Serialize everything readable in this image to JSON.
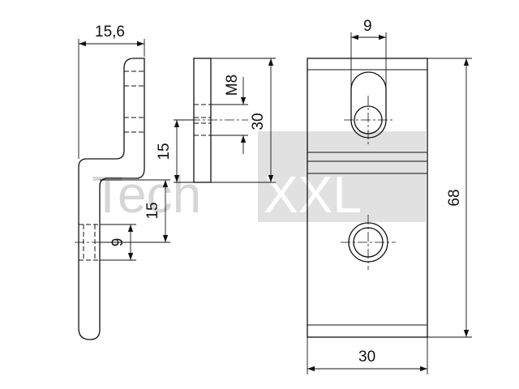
{
  "watermark": {
    "part1": "Tech",
    "part2": "XXL"
  },
  "dimensions": {
    "side_width": "15,6",
    "slot_width": "9",
    "thread": "M8",
    "height_30": "30",
    "offset_15_a": "15",
    "offset_15_b": "15",
    "hole_9": "9",
    "height_68": "68",
    "width_30": "30"
  }
}
